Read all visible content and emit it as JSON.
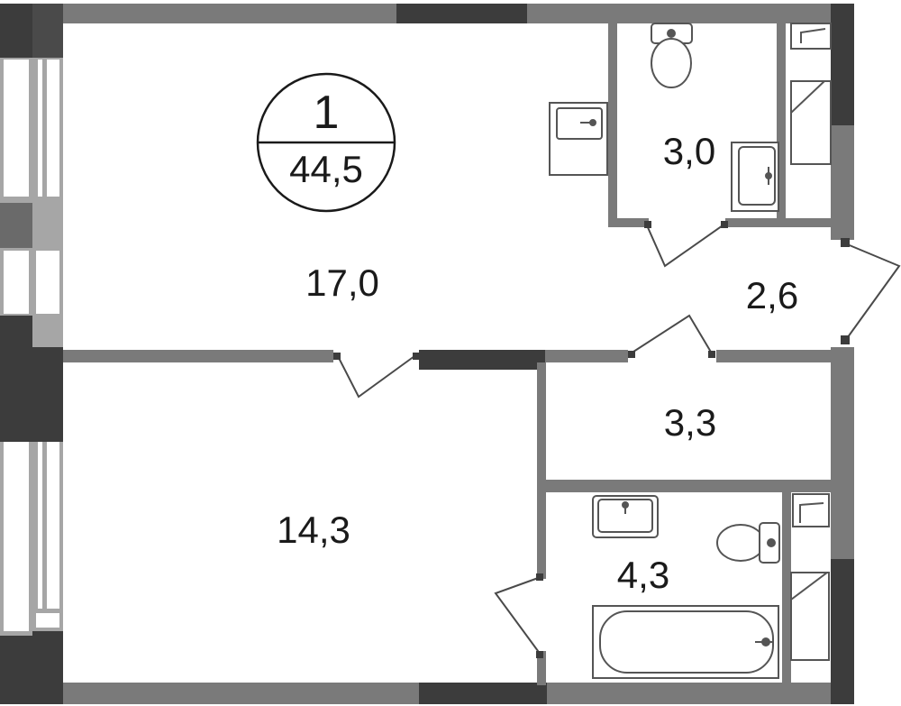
{
  "badge": {
    "rooms": "1",
    "total_area": "44,5"
  },
  "rooms": [
    {
      "id": "living",
      "area": "17,0"
    },
    {
      "id": "bathroom-top",
      "area": "3,0"
    },
    {
      "id": "hall",
      "area": "2,6"
    },
    {
      "id": "corridor",
      "area": "3,3"
    },
    {
      "id": "bedroom",
      "area": "14,3"
    },
    {
      "id": "bathroom-bottom",
      "area": "4,3"
    }
  ],
  "colors": {
    "wall_dark": "#3c3c3c",
    "wall_mid": "#7a7a7a",
    "wall_light": "#a6a6a6",
    "fixture": "#555555"
  }
}
